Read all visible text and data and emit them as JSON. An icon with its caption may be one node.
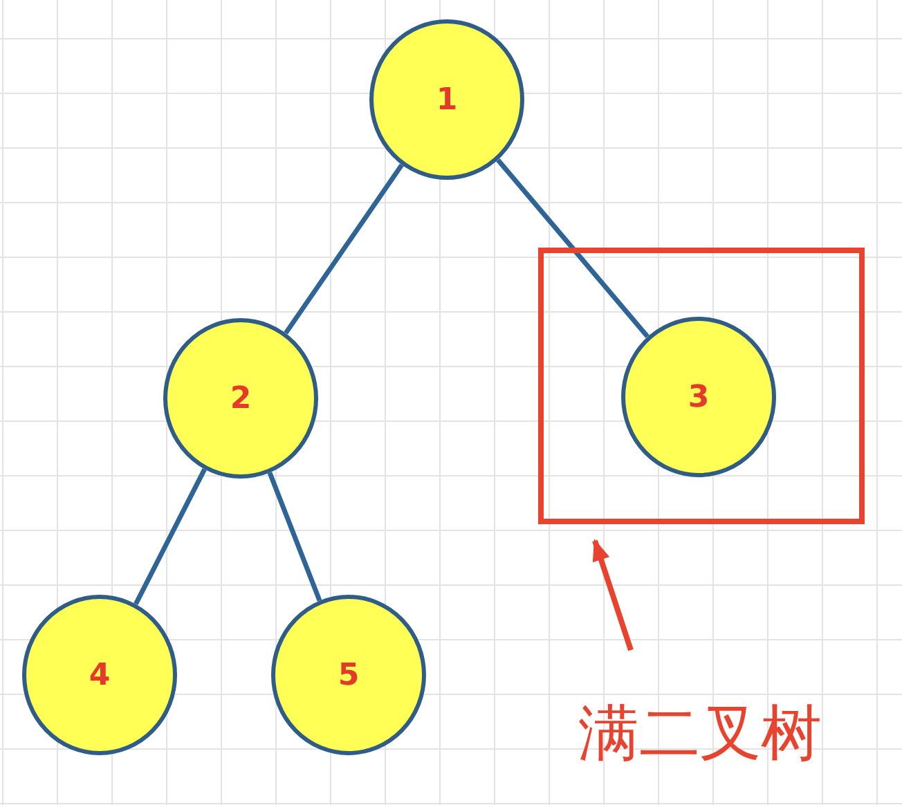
{
  "diagram": {
    "nodes": [
      {
        "text": [
          "1"
        ]
      },
      {
        "text": [
          "2"
        ]
      },
      {
        "text": [],
        "shape": "box"
      },
      {
        "text": [
          "3"
        ],
        "in": 2
      },
      {
        "text": [
          "4"
        ]
      },
      {
        "text": [
          "5"
        ]
      },
      {
        "text": [
          "满二叉树"
        ]
      }
    ],
    "edges": [
      {
        "from": 0,
        "to": 1,
        "arrow": "none"
      },
      {
        "from": 0,
        "to": 3,
        "arrow": "none"
      },
      {
        "from": 1,
        "to": 4,
        "arrow": "none"
      },
      {
        "from": 1,
        "to": 5,
        "arrow": "none"
      },
      {
        "from": 6,
        "to": 2,
        "arrow": "to",
        "color": "#e8432f"
      }
    ]
  }
}
